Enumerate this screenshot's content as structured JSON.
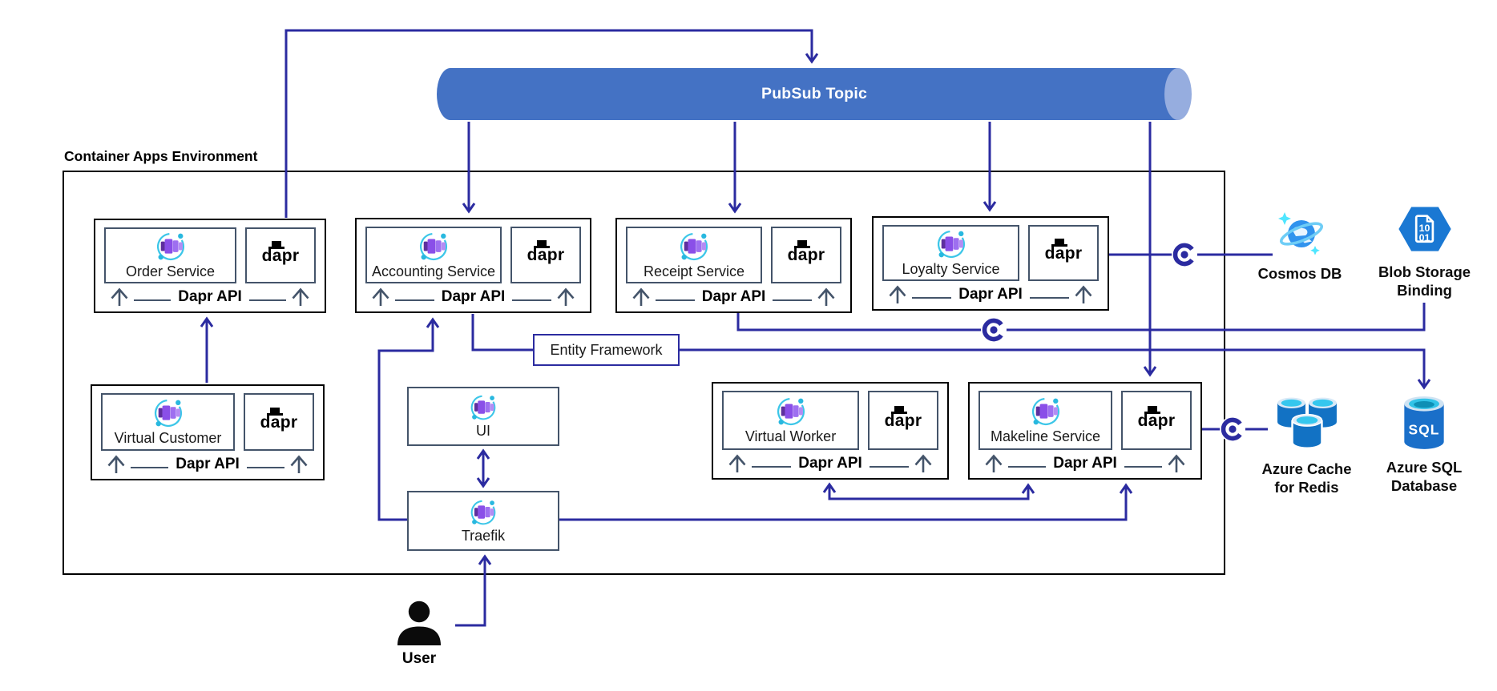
{
  "labels": {
    "environment": "Container Apps Environment",
    "pubsub": "PubSub Topic",
    "dapr_api": "Dapr API",
    "dapr_logo": "dapr",
    "entity_framework": "Entity Framework",
    "user": "User"
  },
  "services": [
    {
      "name": "Order Service"
    },
    {
      "name": "Accounting Service"
    },
    {
      "name": "Receipt Service"
    },
    {
      "name": "Loyalty Service"
    },
    {
      "name": "Virtual Customer"
    },
    {
      "name": "Virtual Worker"
    },
    {
      "name": "Makeline Service"
    },
    {
      "name": "UI"
    },
    {
      "name": "Traefik"
    }
  ],
  "external": [
    {
      "label_line1": "Cosmos DB",
      "label_line2": ""
    },
    {
      "label_line1": "Blob Storage",
      "label_line2": "Binding"
    },
    {
      "label_line1": "Azure Cache",
      "label_line2": "for Redis"
    },
    {
      "label_line1": "Azure SQL",
      "label_line2": "Database"
    }
  ],
  "blob_icon_text": {
    "line1": "10",
    "line2": "01"
  },
  "sql_icon_text": "SQL",
  "colors": {
    "wire": "#2B2BA0",
    "slate": "#44546A",
    "cylinder": "#4472C4",
    "cylinder-cap": "#96ADDF",
    "azure-blue": "#1A78D3",
    "container-purple": "#8A4FE8",
    "teal": "#35C3E1"
  }
}
